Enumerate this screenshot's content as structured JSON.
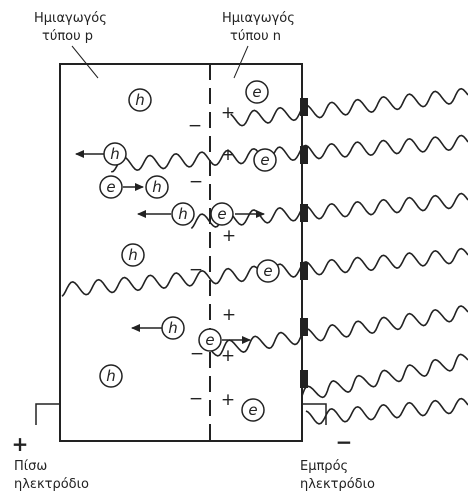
{
  "labels": {
    "p_region_line1": "Ημιαγωγός",
    "p_region_line2": "τύπου p",
    "n_region_line1": "Ημιαγωγός",
    "n_region_line2": "τύπου n",
    "back_electrode_line1": "Πίσω",
    "back_electrode_line2": "ηλεκτρόδιο",
    "front_electrode_line1": "Εμπρός",
    "front_electrode_line2": "ηλεκτρόδιο"
  },
  "symbols": {
    "hole": "h",
    "electron": "e",
    "positive": "+",
    "negative": "−",
    "positive_terminal": "+",
    "negative_terminal": "−"
  },
  "colors": {
    "ink": "#222222",
    "background": "#ffffff"
  }
}
